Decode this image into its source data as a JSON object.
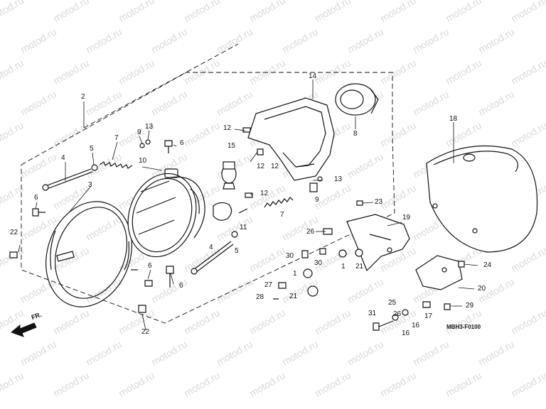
{
  "watermark": {
    "text": "motod.ru",
    "color": "#d9d9d9"
  },
  "diagram": {
    "code": "MBH3-F0100",
    "direction": "FR.",
    "callouts": {
      "c1a": "1",
      "c1b": "1",
      "c2": "2",
      "c3": "3",
      "c4a": "4",
      "c4b": "4",
      "c5a": "5",
      "c5b": "5",
      "c6a": "6",
      "c6b": "6",
      "c6c": "6",
      "c6d": "6",
      "c7a": "7",
      "c7b": "7",
      "c8": "8",
      "c9a": "9",
      "c9b": "9",
      "c10": "10",
      "c11": "11",
      "c12a": "12",
      "c12b": "12",
      "c12c": "12",
      "c12d": "12",
      "c13a": "13",
      "c13b": "13",
      "c14": "14",
      "c15": "15",
      "c16a": "16",
      "c16b": "16",
      "c17": "17",
      "c18": "18",
      "c19": "19",
      "c20": "20",
      "c21a": "21",
      "c21b": "21",
      "c22a": "22",
      "c22b": "22",
      "c23": "23",
      "c24": "24",
      "c25": "25",
      "c26a": "26",
      "c26b": "26",
      "c27": "27",
      "c28": "28",
      "c29": "29",
      "c30a": "30",
      "c30b": "30",
      "c31": "31"
    }
  }
}
